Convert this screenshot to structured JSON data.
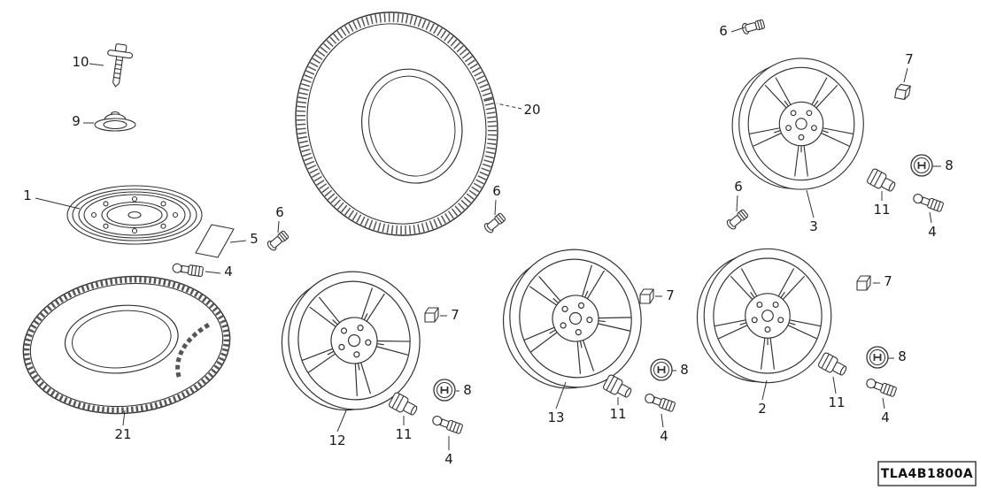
{
  "diagram": {
    "code": "TLA4B1800A",
    "part_labels": {
      "p1": "1",
      "p2": "2",
      "p3": "3",
      "p4": "4",
      "p5": "5",
      "p6": "6",
      "p7": "7",
      "p8": "8",
      "p9": "9",
      "p10": "10",
      "p11": "11",
      "p12": "12",
      "p13": "13",
      "p20": "20",
      "p21": "21"
    }
  }
}
